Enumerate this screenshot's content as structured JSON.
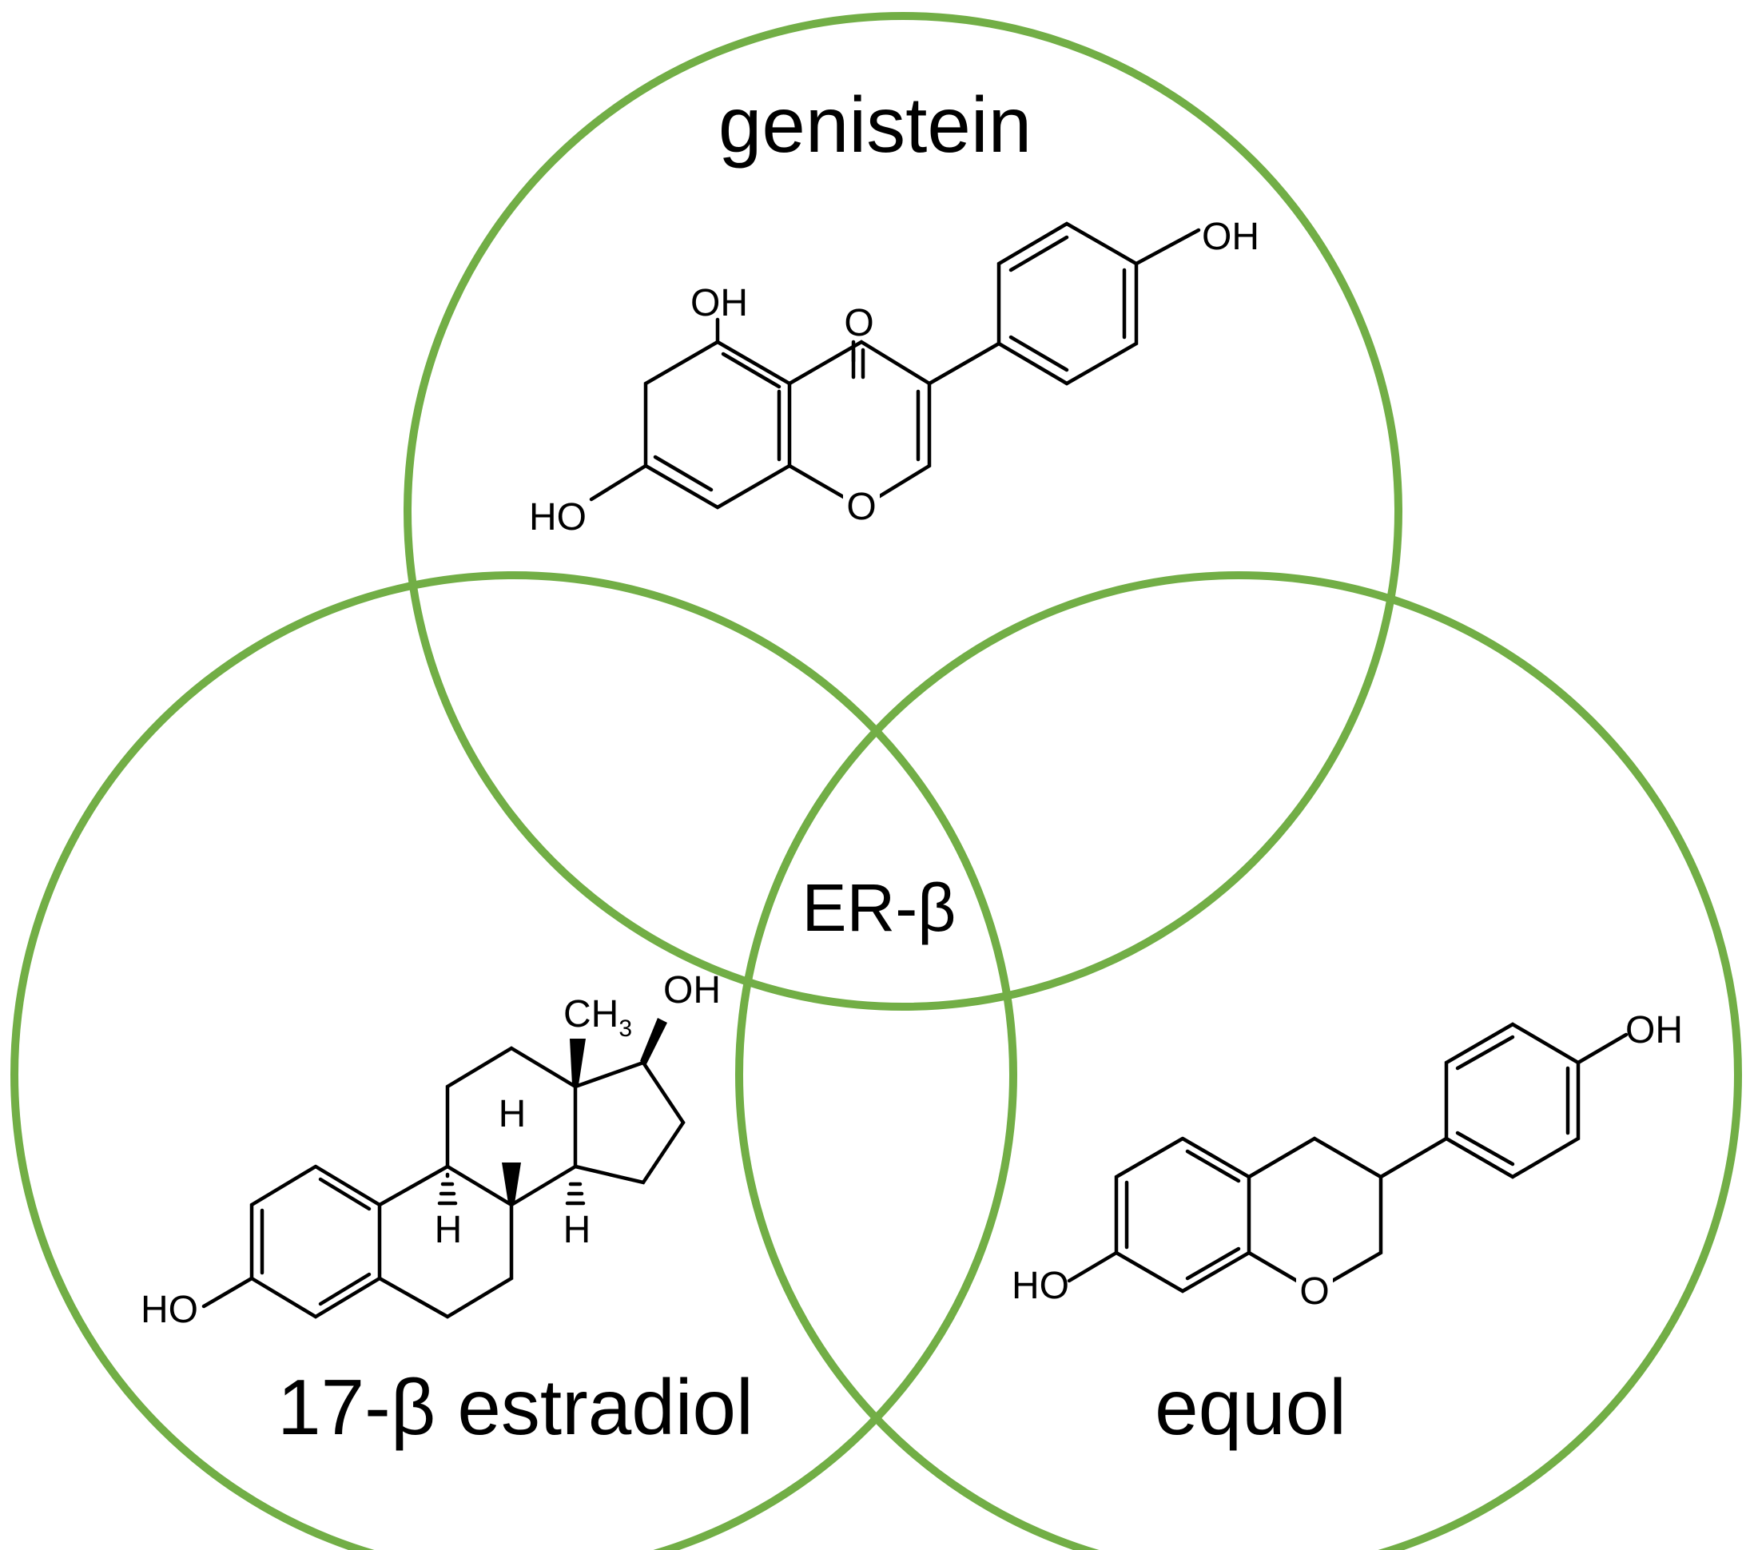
{
  "diagram": {
    "type": "venn-3",
    "circle_color": "#72AE46",
    "center_label": "ER-β",
    "sets": [
      {
        "id": "genistein",
        "label": "genistein"
      },
      {
        "id": "estradiol",
        "label": "17-β estradiol"
      },
      {
        "id": "equol",
        "label": "equol"
      }
    ]
  },
  "structures": {
    "genistein": {
      "oh_top": "OH",
      "oh_right": "OH",
      "ho_left": "HO",
      "carbonyl_o": "O",
      "ring_o": "O"
    },
    "estradiol": {
      "ch": "CH",
      "ch_sub": "3",
      "oh": "OH",
      "ho": "HO",
      "h1": "H",
      "h2": "H",
      "h3": "H"
    },
    "equol": {
      "oh": "OH",
      "ho": "HO",
      "ring_o": "O"
    }
  }
}
